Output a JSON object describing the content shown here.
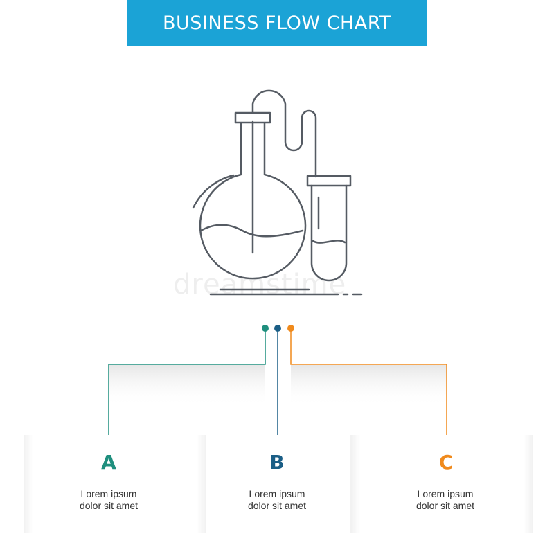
{
  "title": "BUSINESS FLOW CHART",
  "watermark": "dreamstime",
  "colors": {
    "title_bg": "#1ba3d6",
    "a": "#1f8f7e",
    "b": "#1a5e86",
    "c": "#f08a1c",
    "icon_stroke": "#555b63"
  },
  "icon": "chemistry-flask-test-tube-icon",
  "steps": [
    {
      "letter": "A",
      "line1": "Lorem ipsum",
      "line2": "dolor sit amet"
    },
    {
      "letter": "B",
      "line1": "Lorem ipsum",
      "line2": "dolor sit amet"
    },
    {
      "letter": "C",
      "line1": "Lorem ipsum",
      "line2": "dolor sit amet"
    }
  ]
}
